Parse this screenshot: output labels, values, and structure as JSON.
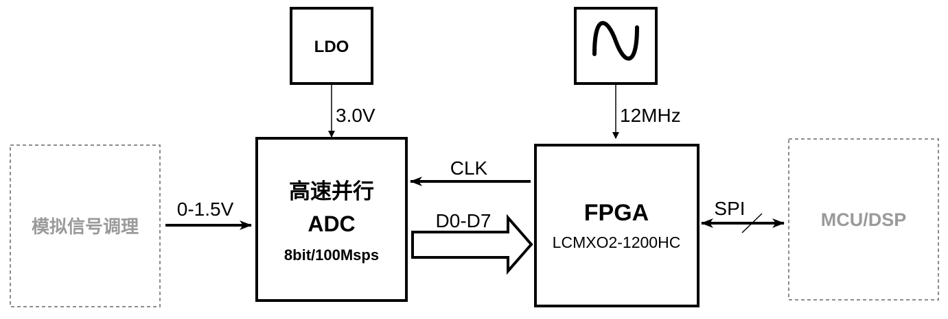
{
  "blocks": {
    "analog": {
      "label": "模拟信号调理"
    },
    "ldo": {
      "label": "LDO"
    },
    "oscillator": {
      "icon": "sine-wave-icon"
    },
    "adc": {
      "title": "高速并行",
      "name": "ADC",
      "spec": "8bit/100Msps"
    },
    "fpga": {
      "name": "FPGA",
      "part": "LCMXO2-1200HC"
    },
    "mcu": {
      "label": "MCU/DSP"
    }
  },
  "signals": {
    "input": "0-1.5V",
    "ldo_out": "3.0V",
    "osc_out": "12MHz",
    "clk": "CLK",
    "data_bus": "D0-D7",
    "spi": "SPI"
  },
  "colors": {
    "line": "#000000",
    "dashed_border": "#8c8c8c",
    "dashed_text": "#9a9a9a"
  }
}
